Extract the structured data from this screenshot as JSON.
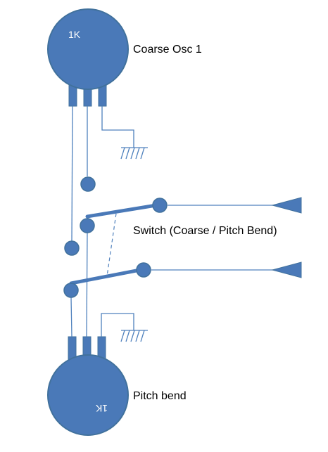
{
  "colors": {
    "component_fill": "#4a79b8",
    "component_outline": "#41719c",
    "wire": "#4f81bd",
    "label_text": "#000000",
    "knob_text": "#ffffff"
  },
  "labels": {
    "pot_top": "Coarse Osc 1",
    "pot_bottom": "Pitch bend",
    "switch": "Switch (Coarse / Pitch Bend)"
  },
  "potentiometers": {
    "top_value": "1K",
    "bottom_value": "1K"
  },
  "icons": {
    "ground_symbol": "ground-icon",
    "output": "triangle-output-icon"
  }
}
